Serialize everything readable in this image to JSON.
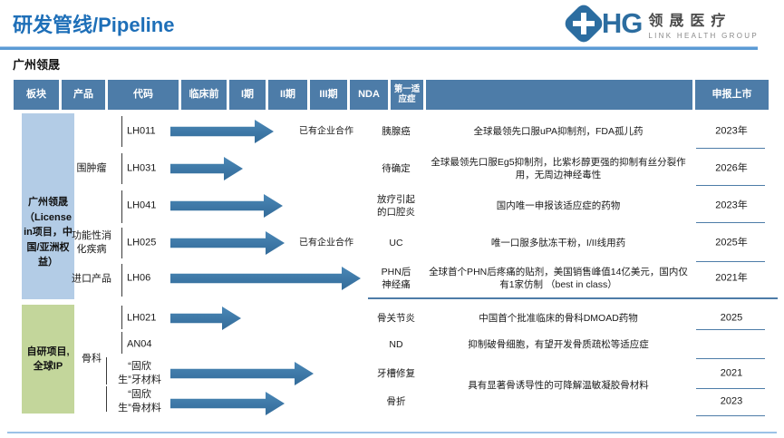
{
  "header": {
    "title": "研发管线/Pipeline",
    "subtitle": "广州领晟",
    "logo": {
      "hg": "HG",
      "cn_name": "领晟医疗",
      "en_name": "LINK HEALTH GROUP"
    }
  },
  "table": {
    "columns": [
      "板块",
      "产品",
      "代码",
      "临床前",
      "I期",
      "II期",
      "III期",
      "NDA",
      "第一适应症",
      "",
      "申报上市"
    ],
    "groups": [
      {
        "label": "广州领晟\n（License\nin项目，中\n国/亚洲权\n益）",
        "color": "#b3cce6"
      },
      {
        "label": "自研项目,\n全球IP",
        "color": "#c3d69b"
      }
    ],
    "products": [
      "围肿瘤",
      "功能性消\n化疾病",
      "进口产品",
      "骨科"
    ],
    "rows": [
      {
        "code": "LH011",
        "arrow_from": 188,
        "arrow_to": 302,
        "note": "已有企业合作",
        "indication": "胰腺癌",
        "description": "全球最领先口服uPA抑制剂，FDA孤儿药",
        "year": "2023年"
      },
      {
        "code": "LH031",
        "arrow_from": 188,
        "arrow_to": 268,
        "indication": "待确定",
        "description": "全球最领先口服Eg5抑制剂，比紫杉醇更强的抑制有丝分裂作用，无周边神经毒性",
        "year": "2026年"
      },
      {
        "code": "LH041",
        "arrow_from": 188,
        "arrow_to": 312,
        "indication": "放疗引起\n的口腔炎",
        "description": "国内唯一申报该适应症的药物",
        "year": "2023年"
      },
      {
        "code": "LH025",
        "arrow_from": 188,
        "arrow_to": 314,
        "note": "已有企业合作",
        "indication": "UC",
        "description": "唯一口服多肽冻干粉，I/II线用药",
        "year": "2025年"
      },
      {
        "code": "LH06",
        "arrow_from": 188,
        "arrow_to": 398,
        "indication": "PHN后\n神经痛",
        "description": "全球首个PHN后疼痛的贴剂，美国销售峰值14亿美元，国内仅有1家仿制 （best in class）",
        "year": "2021年"
      },
      {
        "code": "LH021",
        "arrow_from": 188,
        "arrow_to": 266,
        "indication": "骨关节炎",
        "description": "中国首个批准临床的骨科DMOAD药物",
        "year": "2025"
      },
      {
        "code": "AN04",
        "arrow_from": 188,
        "arrow_to": null,
        "indication": "ND",
        "description": "抑制破骨细胞，有望开发骨质疏松等适应症",
        "year": ""
      },
      {
        "code": "“固欣\n生”牙材料",
        "arrow_from": 188,
        "arrow_to": 346,
        "indication": "牙槽修复",
        "year": "2021"
      },
      {
        "code": "“固欣\n生”骨材料",
        "arrow_from": 188,
        "arrow_to": 314,
        "indication": "骨折",
        "year": "2023"
      }
    ],
    "shared_description": "具有显著骨诱导性的可降解温敏凝胶骨材料"
  }
}
